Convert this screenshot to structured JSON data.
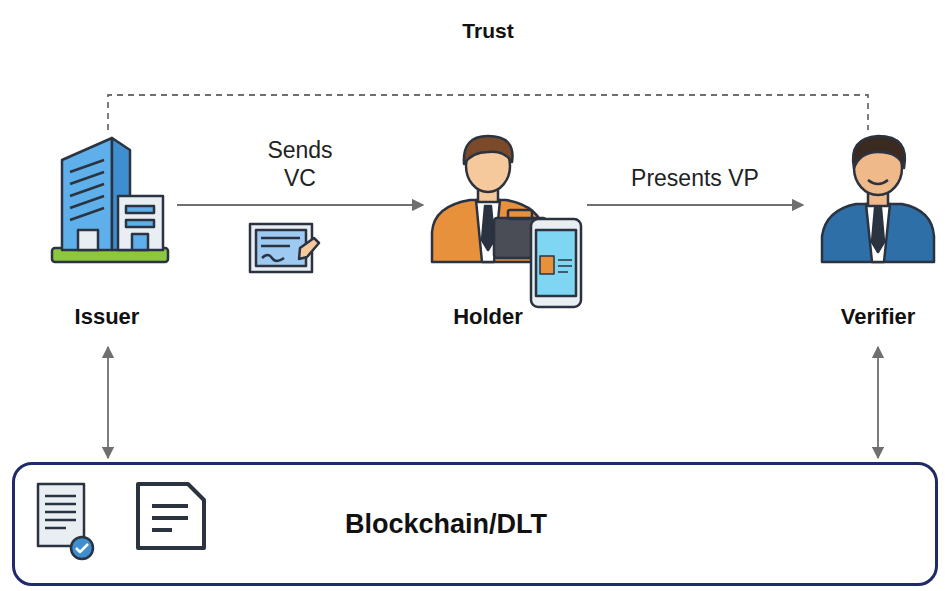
{
  "diagram": {
    "nodes": [
      {
        "text": [
          "Issuer"
        ]
      },
      {
        "text": [
          "Holder"
        ]
      },
      {
        "text": [
          "Verifier"
        ]
      },
      {
        "text": [
          "Blockchain/DLT"
        ]
      }
    ],
    "edges": [
      {
        "from": 0,
        "to": 1,
        "arrow": "to",
        "label": "Sends VC"
      },
      {
        "from": 1,
        "to": 2,
        "arrow": "to",
        "label": "Presents VP"
      },
      {
        "from": 0,
        "to": 3,
        "arrow": "both"
      },
      {
        "from": 2,
        "to": 3,
        "arrow": "both"
      },
      {
        "from": 0,
        "to": 2,
        "arrow": "none",
        "label": "Trust"
      }
    ]
  }
}
